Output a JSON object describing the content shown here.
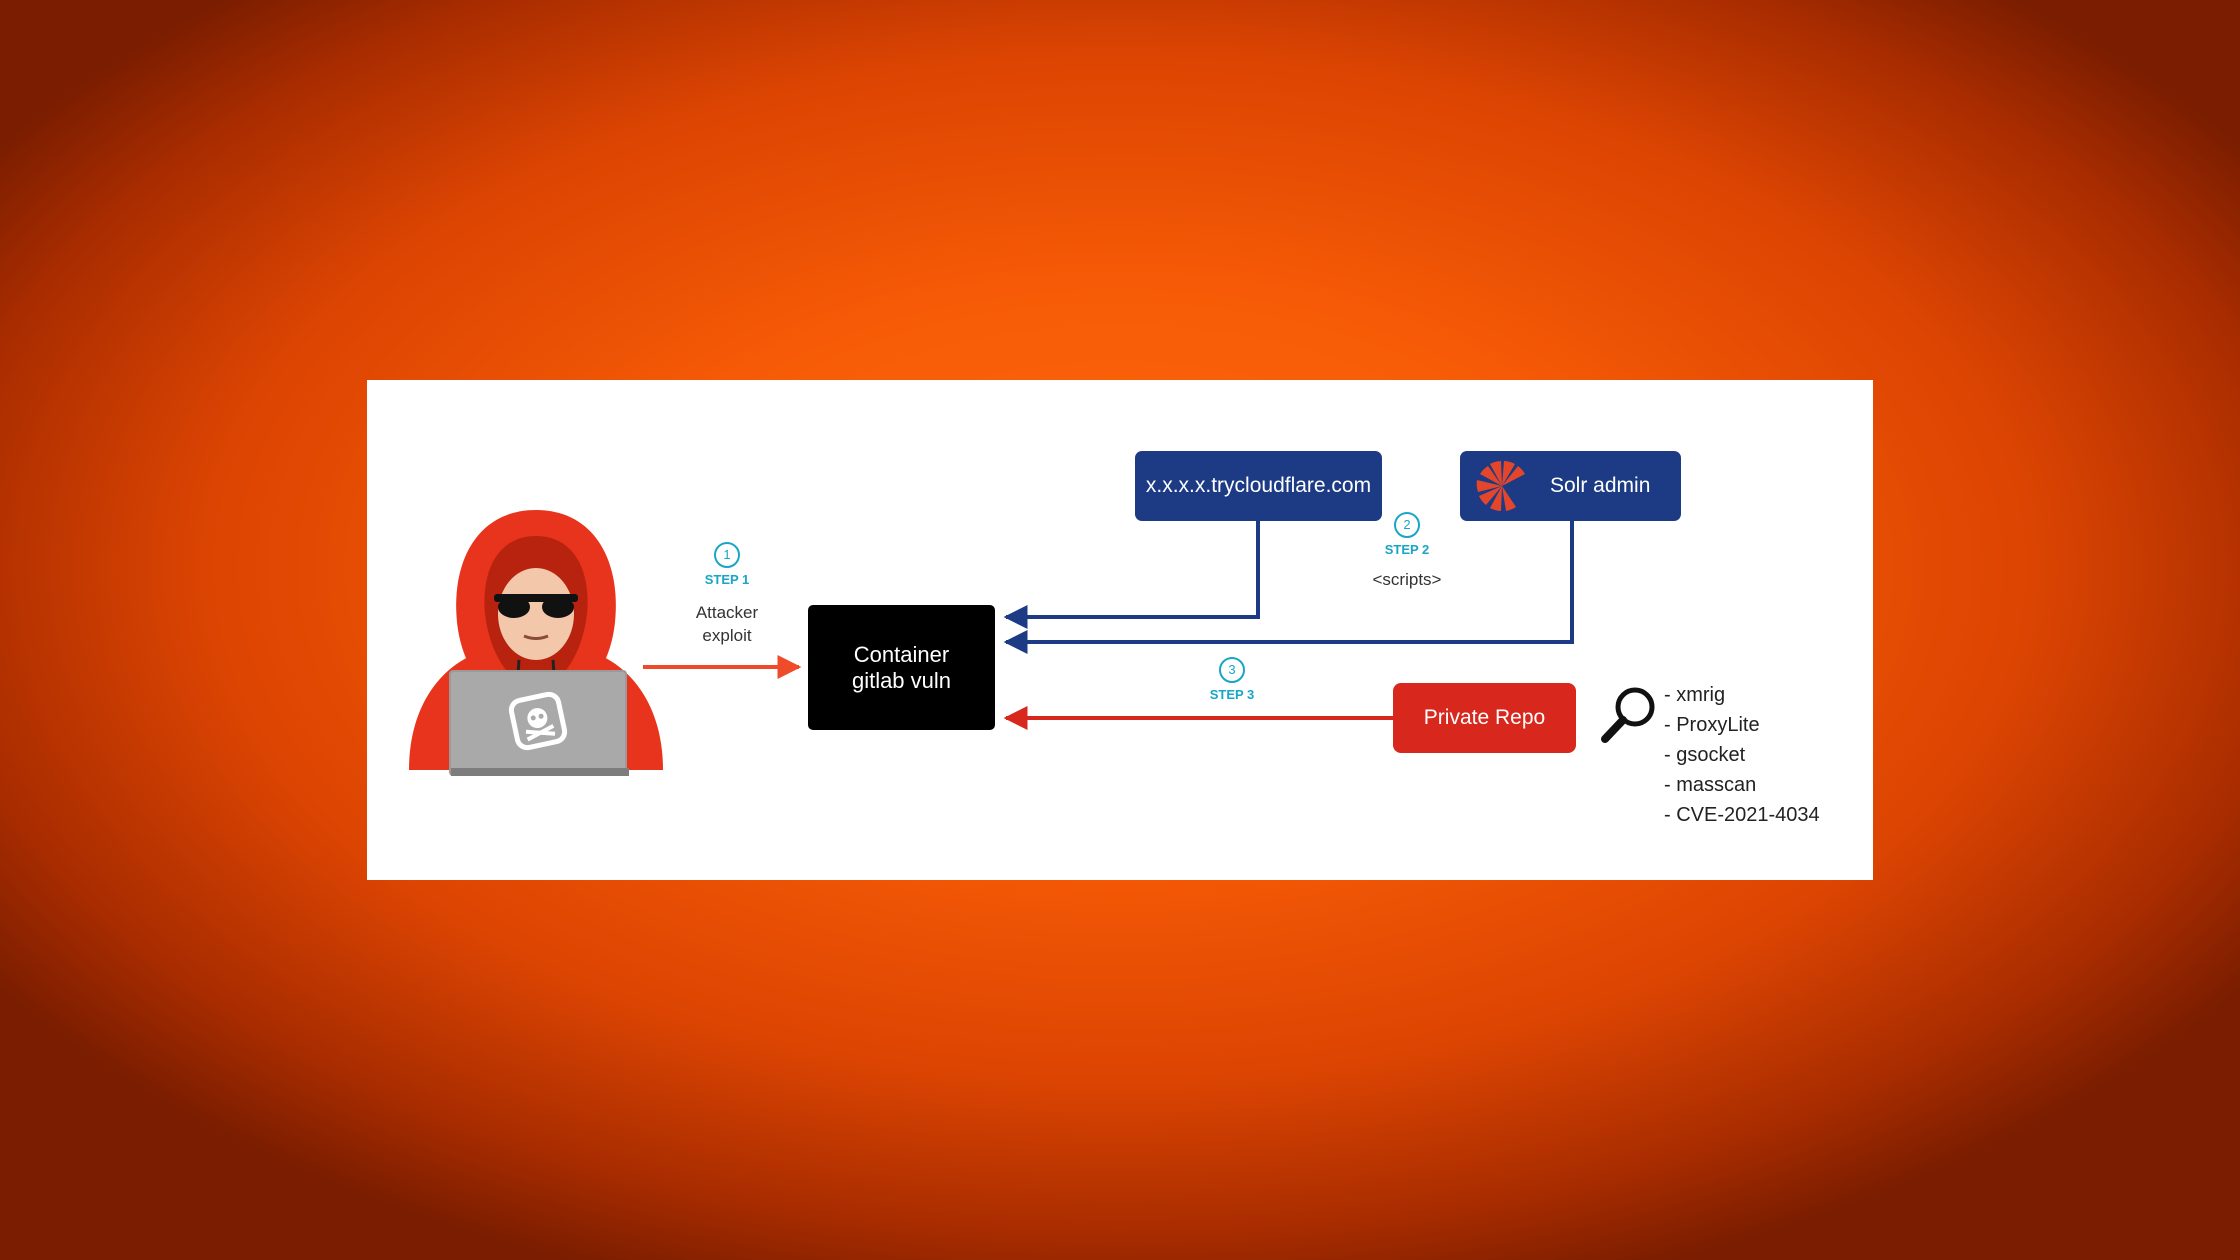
{
  "colors": {
    "background_orange": "#f65a06",
    "panel": "#ffffff",
    "attacker_arrow": "#ef4b2a",
    "step2_arrow": "#1c3b84",
    "step3_arrow": "#d8281e",
    "step_label": "#19a6c6",
    "hoodie": "#e8341c"
  },
  "container_box": {
    "line1": "Container",
    "line2": "gitlab vuln"
  },
  "cloudflare_box": {
    "label": "x.x.x.x.trycloudflare.com"
  },
  "solr_box": {
    "label": "Solr admin",
    "icon": "solr-logo-icon"
  },
  "repo_box": {
    "label": "Private Repo"
  },
  "step1": {
    "number": "1",
    "label": "STEP 1",
    "note_line1": "Attacker",
    "note_line2": "exploit"
  },
  "step2": {
    "number": "2",
    "label": "STEP 2",
    "note": "<scripts>"
  },
  "step3": {
    "number": "3",
    "label": "STEP 3"
  },
  "tools": [
    "xmrig",
    "ProxyLite",
    "gsocket",
    "masscan",
    "CVE-2021-4034"
  ],
  "icons": {
    "attacker": "hooded-hacker-icon",
    "laptop_badge": "skull-crossbones-icon",
    "search": "magnifier-icon"
  }
}
